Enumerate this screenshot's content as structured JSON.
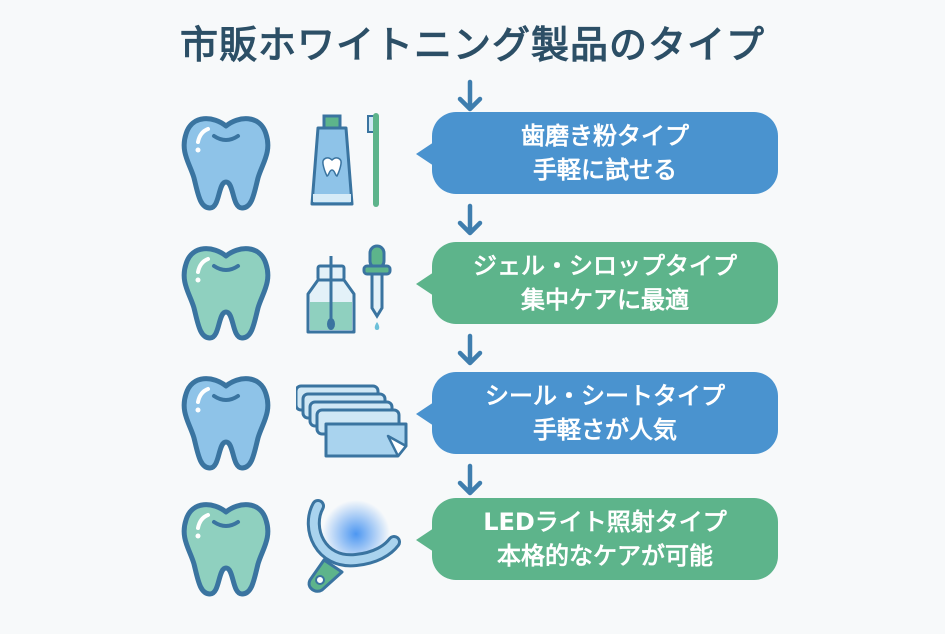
{
  "title": "市販ホワイトニング製品のタイプ",
  "colors": {
    "title": "#2c4f66",
    "arrow": "#3f7eae",
    "bubble_blue": "#4a93cf",
    "bubble_green": "#5db48b",
    "tooth_blue_fill": "#8ec3e8",
    "tooth_green_fill": "#8fd0bf",
    "outline": "#3a74a0"
  },
  "types": [
    {
      "icon": "toothpaste-toothbrush-icon",
      "tooth_icon": "tooth-blue-icon",
      "line1": "歯磨き粉タイプ",
      "line2": "手軽に試せる",
      "color": "blue"
    },
    {
      "icon": "gel-bottle-dropper-icon",
      "tooth_icon": "tooth-green-icon",
      "line1": "ジェル・シロップタイプ",
      "line2": "集中ケアに最適",
      "color": "green"
    },
    {
      "icon": "whitening-strips-icon",
      "tooth_icon": "tooth-blue-icon",
      "line1": "シール・シートタイプ",
      "line2": "手軽さが人気",
      "color": "blue"
    },
    {
      "icon": "led-mouthpiece-icon",
      "tooth_icon": "tooth-green-icon",
      "line1": "LEDライト照射タイプ",
      "line2": "本格的なケアが可能",
      "color": "green"
    }
  ]
}
